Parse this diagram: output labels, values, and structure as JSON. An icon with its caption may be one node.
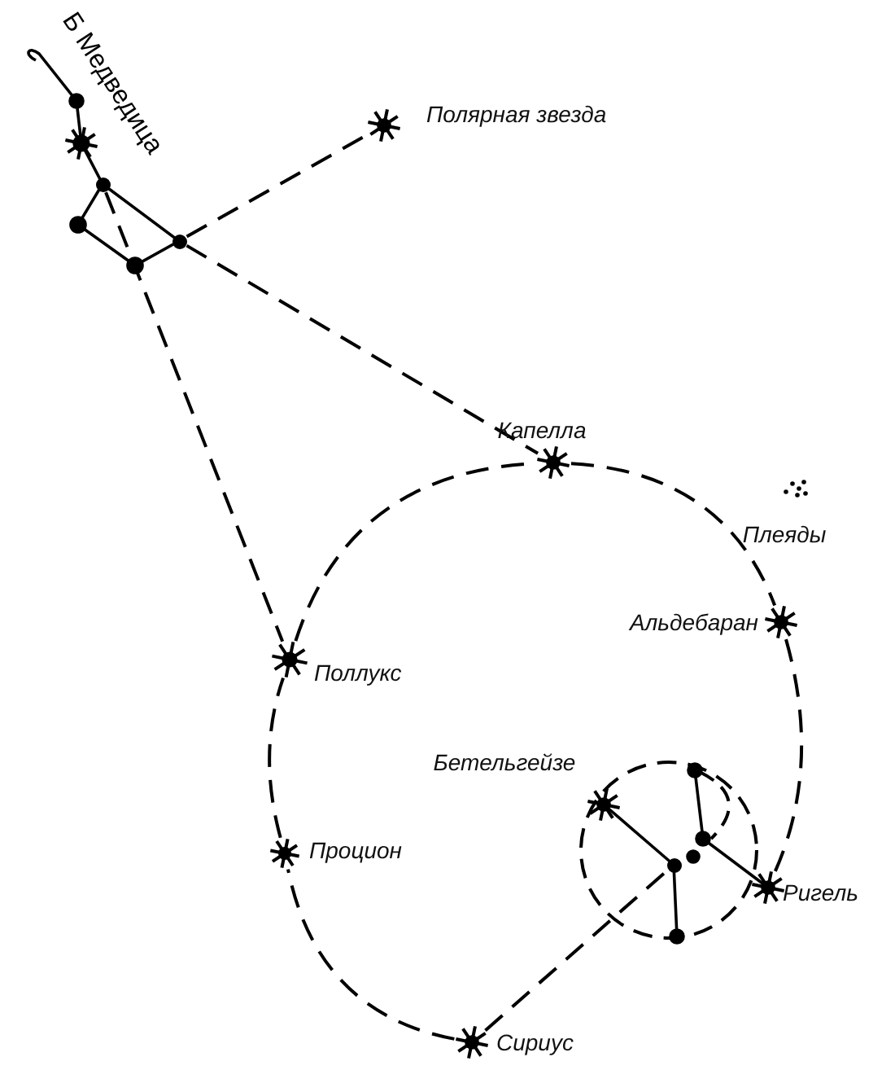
{
  "diagram": {
    "nodes": [
      {
        "text": [],
        "shape": "star",
        "beside": [
          "Полярная звезда"
        ]
      },
      {
        "text": [],
        "shape": "circle"
      },
      {
        "text": [],
        "shape": "circle"
      },
      {
        "text": [],
        "shape": "star",
        "beside": [
          "Капелла"
        ]
      },
      {
        "text": [],
        "shape": "dots",
        "beside": [
          "Плеяды"
        ]
      },
      {
        "text": [],
        "shape": "star",
        "beside": [
          "Альдебаран"
        ]
      },
      {
        "text": [],
        "shape": "star",
        "beside": [
          "Поллукс"
        ]
      },
      {
        "text": [],
        "shape": "star",
        "beside": [
          "Бетельгейзе"
        ]
      },
      {
        "text": [],
        "shape": "star",
        "beside": [
          "Процион"
        ]
      },
      {
        "text": [],
        "shape": "circle"
      },
      {
        "text": [],
        "shape": "star",
        "beside": [
          "Ригель"
        ]
      },
      {
        "text": [],
        "shape": "star",
        "beside": [
          "Сириус"
        ]
      }
    ],
    "edges": [
      {
        "from": 2,
        "to": 0,
        "arrow": "none",
        "style": "dashed"
      },
      {
        "from": 2,
        "to": 3,
        "arrow": "none",
        "style": "dashed"
      },
      {
        "from": 1,
        "to": 6,
        "arrow": "none",
        "style": "dashed"
      },
      {
        "from": 3,
        "to": 5,
        "arrow": "none",
        "style": "dashed"
      },
      {
        "from": 5,
        "to": 10,
        "arrow": "none",
        "style": "dashed"
      },
      {
        "from": 6,
        "to": 3,
        "arrow": "none",
        "style": "dashed"
      },
      {
        "from": 8,
        "to": 6,
        "arrow": "none",
        "style": "dashed"
      },
      {
        "from": 11,
        "to": 8,
        "arrow": "none",
        "style": "dashed"
      },
      {
        "from": 11,
        "to": 9,
        "arrow": "none",
        "style": "dashed"
      }
    ],
    "labels": [
      "Б Медведица"
    ]
  }
}
